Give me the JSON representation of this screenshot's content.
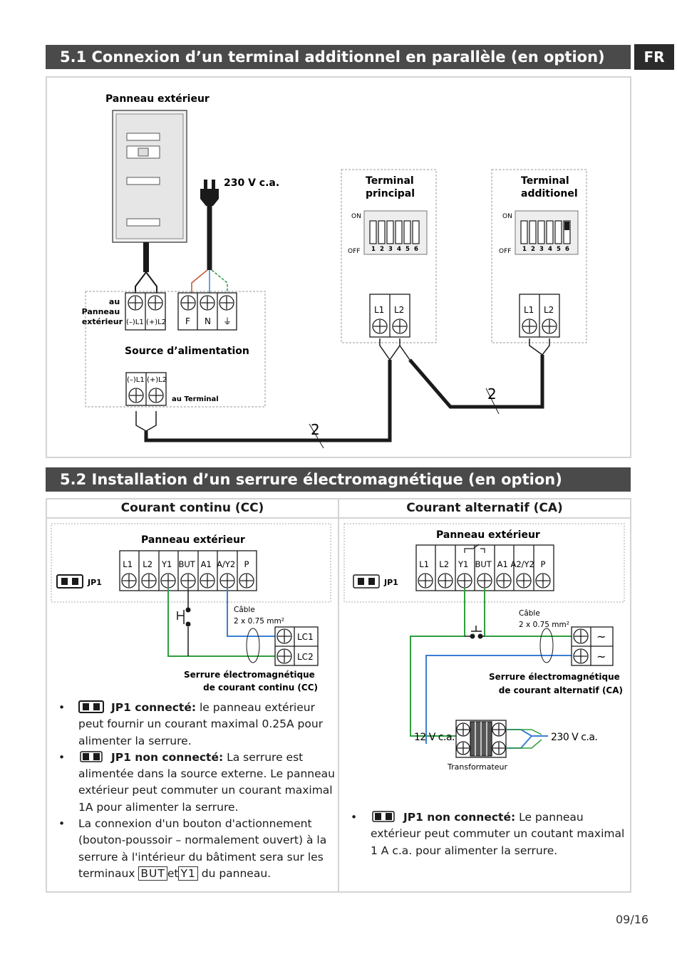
{
  "lang_tab": "FR",
  "section1": {
    "title": "5.1  Connexion d’un terminal additionnel en parallèle (en option)",
    "outdoor_panel": "Panneau extérieur",
    "mains": "230 V c.a.",
    "terminal_main": [
      "Terminal",
      "principal"
    ],
    "terminal_add": [
      "Terminal",
      "additionel"
    ],
    "dip_on": "ON",
    "dip_off": "OFF",
    "dip_numbers": [
      "1",
      "2",
      "3",
      "4",
      "5",
      "6"
    ],
    "to_panel": [
      "au",
      "Panneau",
      "extérieur"
    ],
    "psu_terms_top": [
      "(–)L1",
      "(+)L2"
    ],
    "psu_terms_mains": [
      "F",
      "N",
      "⏚"
    ],
    "power_source": "Source d’alimentation",
    "to_terminal": "au Terminal",
    "term_labels": [
      "L1",
      "L2"
    ],
    "wire_count": "2"
  },
  "section2": {
    "title": "5.2  Installation d’un serrure électromagnétique (en option)",
    "dc": {
      "title": "Courant continu (CC)",
      "panel": "Panneau extérieur",
      "terminals": [
        "L1",
        "L2",
        "Y1",
        "BUT",
        "A1",
        "A/Y2",
        "P"
      ],
      "jp": "JP1",
      "cable": [
        "Câble",
        "2 x 0.75 mm²"
      ],
      "lock_terms": [
        "LC1",
        "LC2"
      ],
      "lock_caption": [
        "Serrure électromagnétique",
        "de courant continu (CC)"
      ],
      "b1_bold": "JP1 connecté:",
      "b1_text": " le panneau extérieur peut fournir un courant maximal 0.25A pour alimenter la serrure.",
      "b2_bold": "JP1 non connecté:",
      "b2_text": " La serrure est alimentée dans la source externe. Le panneau extérieur peut commuter un courant maximal 1A pour alimenter la serrure.",
      "b3_text": "La connexion d'un bouton d'actionnement (bouton-poussoir – normalement ouvert) à la serrure à l'intérieur du bâtiment sera sur les terminaux",
      "b3_term1": "BUT",
      "b3_et": "et",
      "b3_term2": "Y1",
      "b3_end": "du panneau."
    },
    "ac": {
      "title": "Courant alternatif (CA)",
      "panel": "Panneau extérieur",
      "terminals": [
        "L1",
        "L2",
        "Y1",
        "BUT",
        "A1",
        "A2/Y2",
        "P"
      ],
      "jp": "JP1",
      "cable": [
        "Câble",
        "2 x 0.75 mm²"
      ],
      "lock_terms": [
        "~",
        "~"
      ],
      "lock_caption": [
        "Serrure électromagnétique",
        "de courant alternatif (CA)"
      ],
      "secondary": "12 V c.a.",
      "primary": "230 V c.a.",
      "transformer": "Transformateur",
      "b1_bold": "JP1 non connecté:",
      "b1_text": " Le panneau extérieur peut commuter un coutant maximal 1 A c.a. pour alimenter la serrure."
    }
  },
  "page_number": "09/16"
}
